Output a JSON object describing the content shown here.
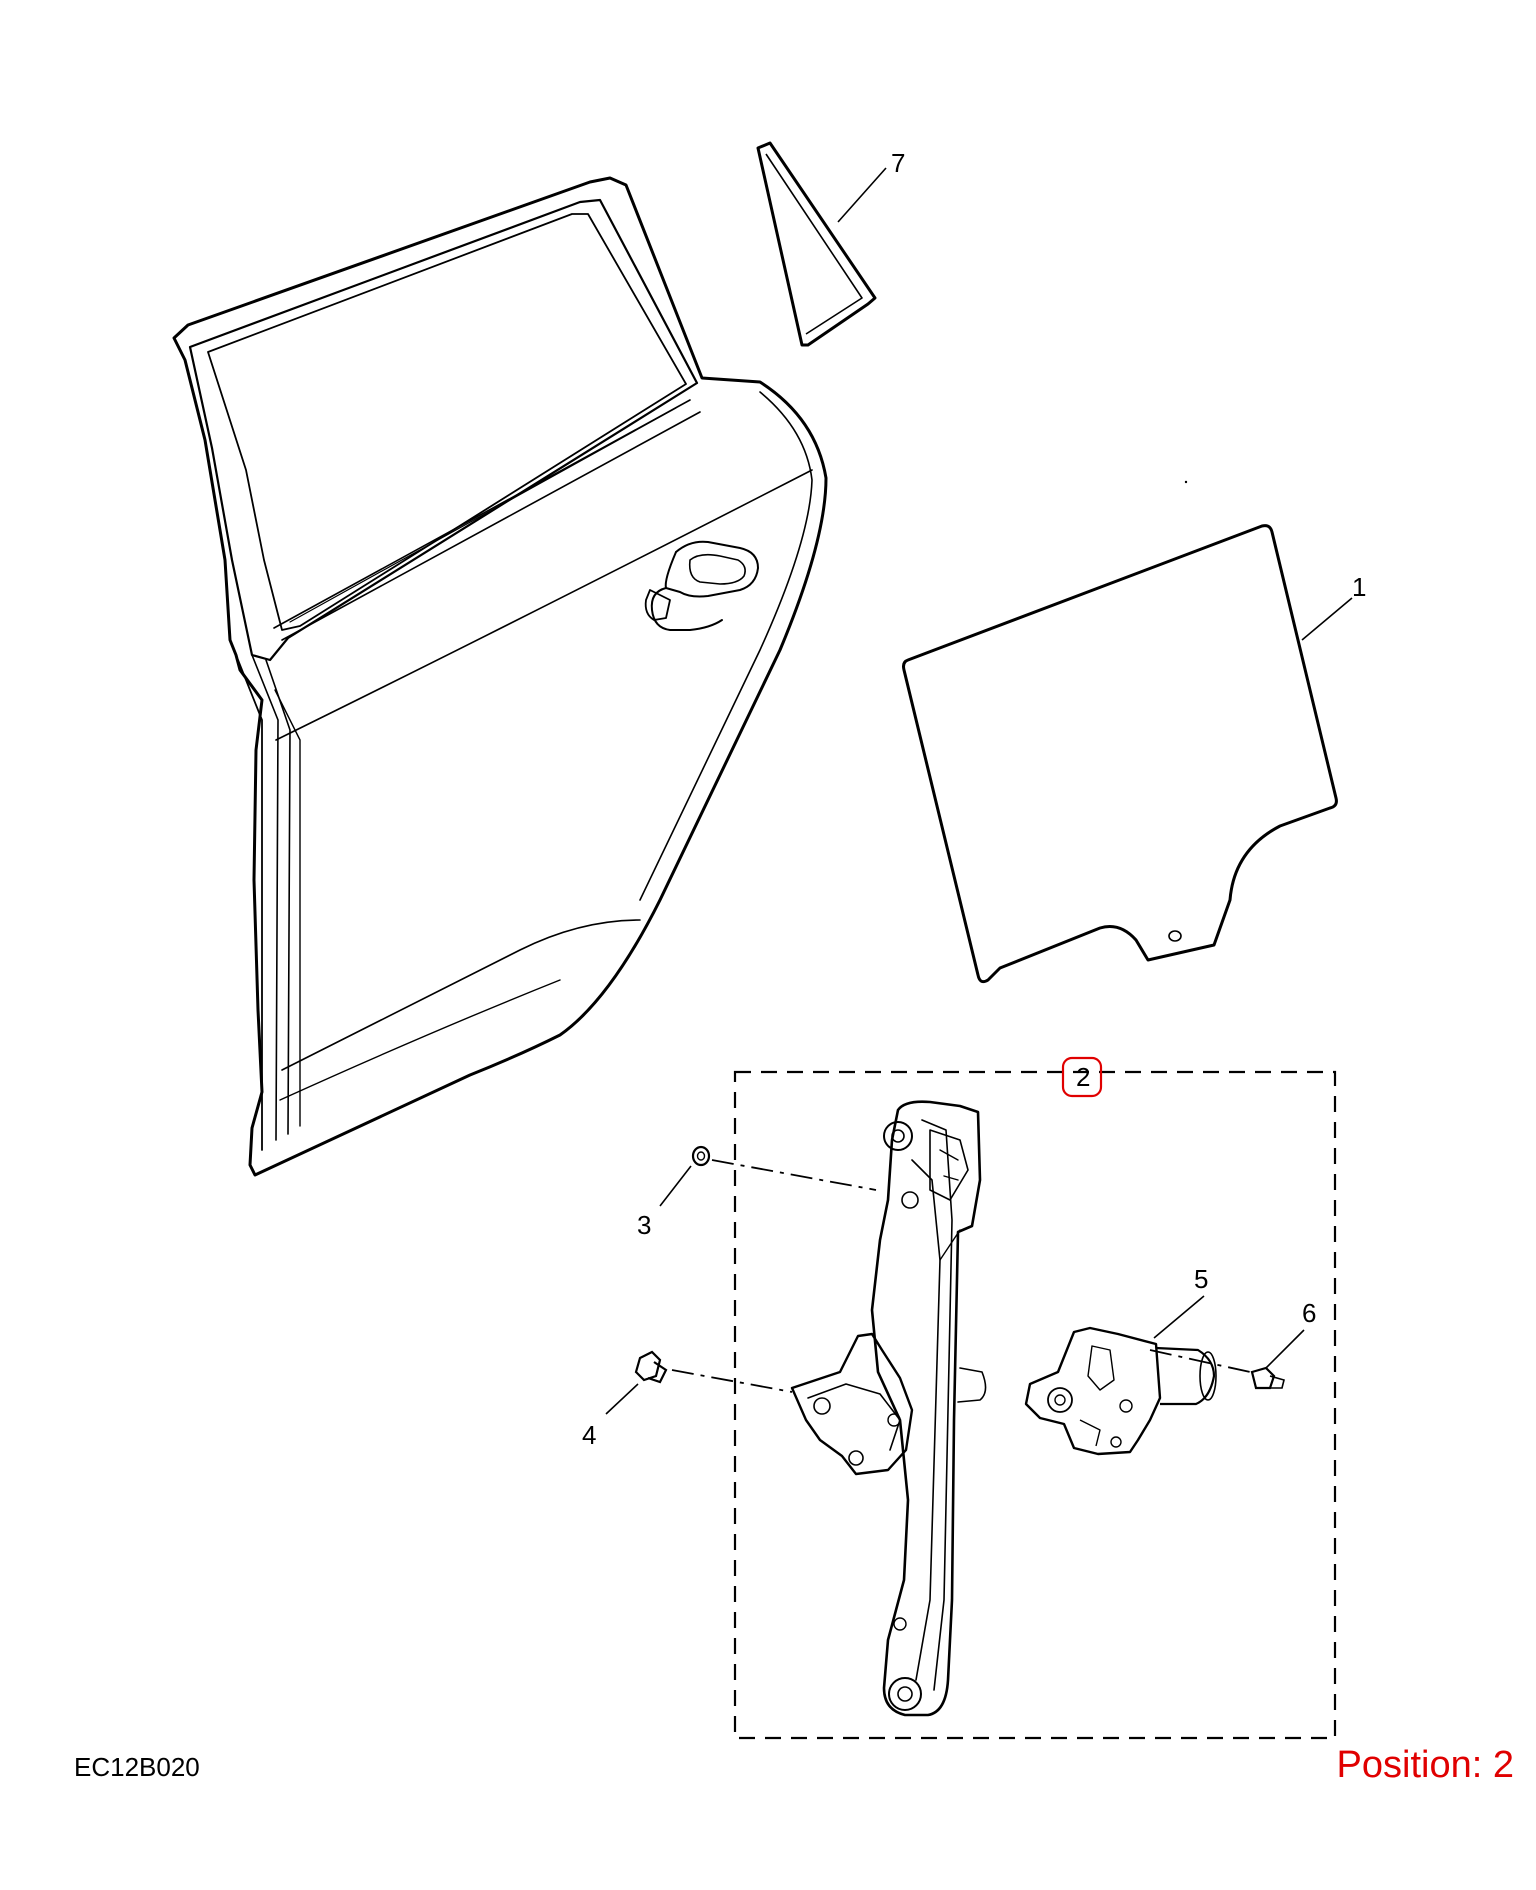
{
  "diagram": {
    "code": "EC12B020",
    "position_label": "Position: 2",
    "highlight_color": "#e00000",
    "line_color": "#000000",
    "callouts": {
      "c1": "1",
      "c2": "2",
      "c3": "3",
      "c4": "4",
      "c5": "5",
      "c6": "6",
      "c7": "7"
    }
  }
}
